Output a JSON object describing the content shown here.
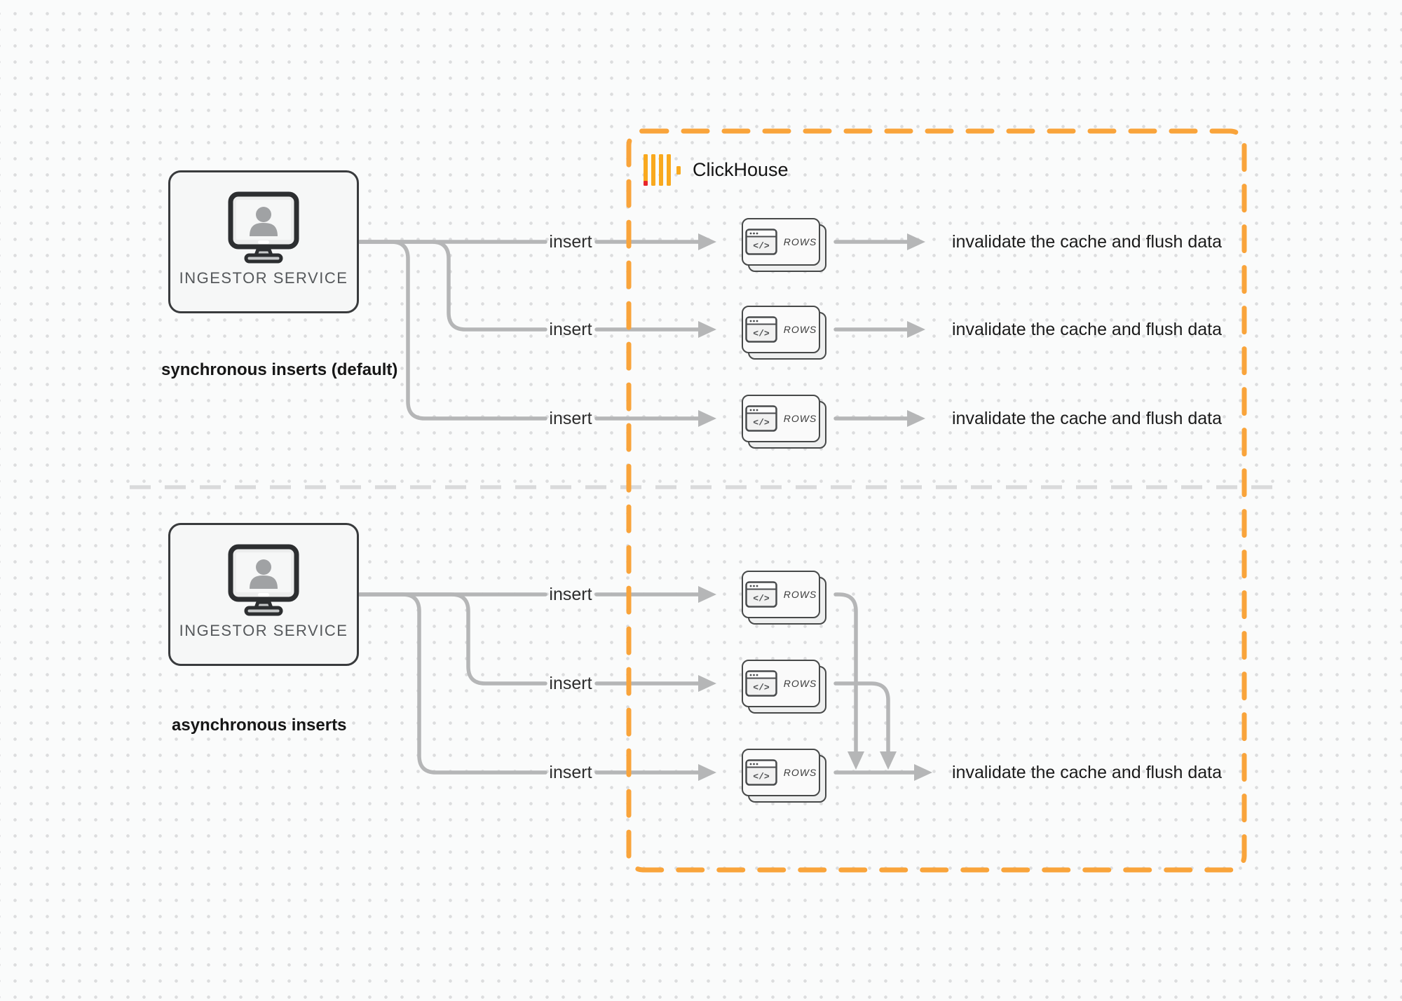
{
  "diagram": {
    "clickhouse_label": "ClickHouse",
    "rows_card": {
      "label": "ROWS",
      "icon_glyph": "</>"
    },
    "sync": {
      "caption": "synchronous inserts (default)",
      "service_label": "INGESTOR SERVICE",
      "inserts": [
        "insert",
        "insert",
        "insert"
      ],
      "results": [
        "invalidate the cache and flush data",
        "invalidate the cache and flush data",
        "invalidate the cache and flush data"
      ]
    },
    "async": {
      "caption": "asynchronous inserts",
      "service_label": "INGESTOR SERVICE",
      "inserts": [
        "insert",
        "insert",
        "insert"
      ],
      "result": "invalidate the cache and flush data"
    },
    "colors": {
      "accent_orange": "#F9A43B",
      "logo_yellow": "#F9A91E",
      "logo_red": "#E8262C",
      "line_gray": "#B5B6B7",
      "divider_gray": "#D9DADB"
    }
  }
}
